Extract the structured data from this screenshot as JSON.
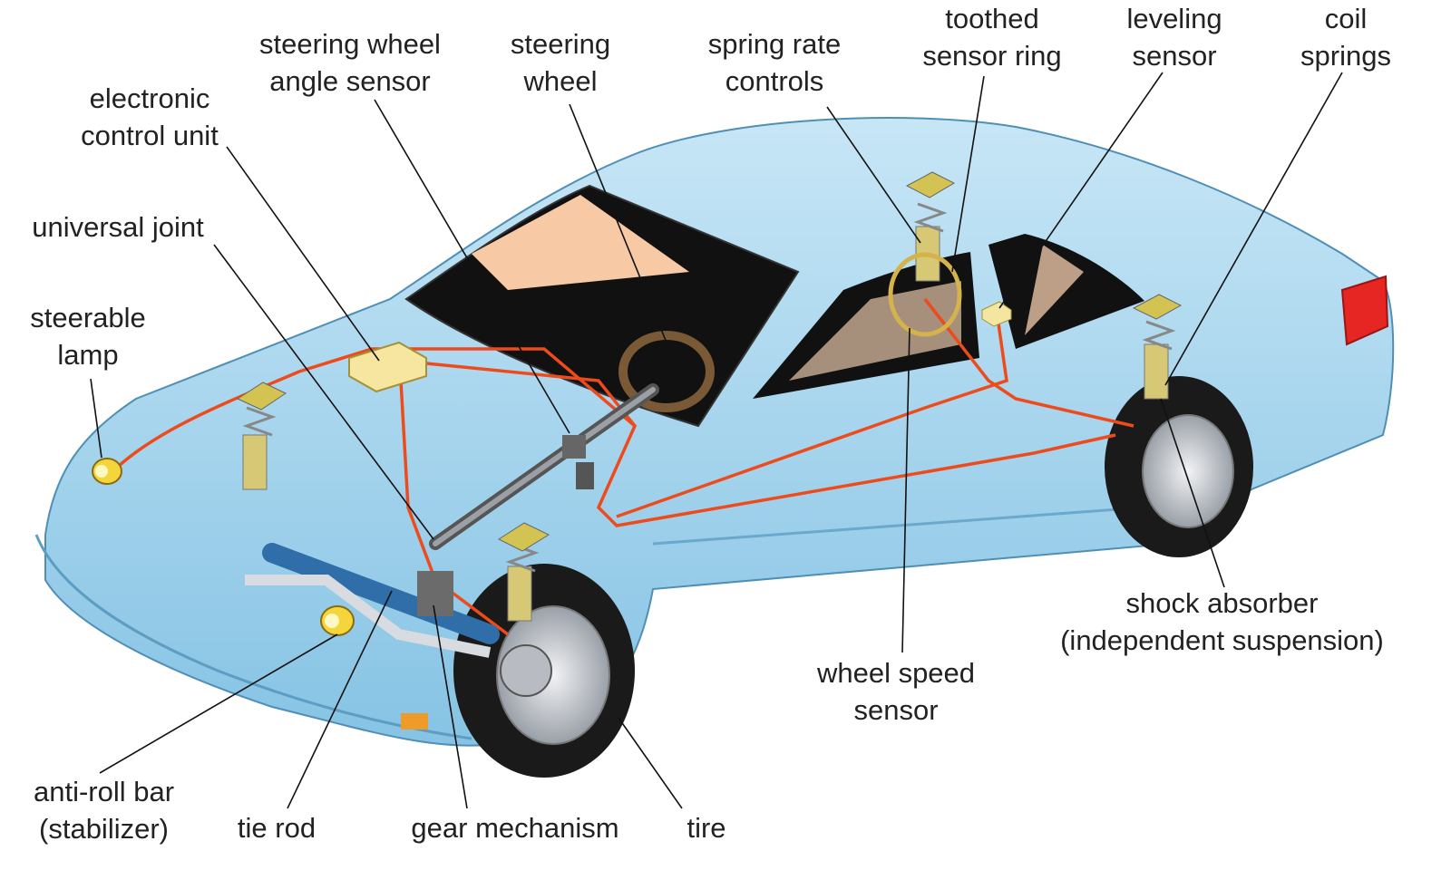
{
  "labels": {
    "steering_wheel_angle_sensor": [
      "steering wheel",
      "angle sensor"
    ],
    "steering_wheel": [
      "steering",
      "wheel"
    ],
    "spring_rate_controls": [
      "spring rate",
      "controls"
    ],
    "toothed_sensor_ring": [
      "toothed",
      "sensor ring"
    ],
    "leveling_sensor": [
      "leveling",
      "sensor"
    ],
    "coil_springs": [
      "coil",
      "springs"
    ],
    "electronic_control_unit": [
      "electronic",
      "control unit"
    ],
    "universal_joint": [
      "universal joint"
    ],
    "steerable_lamp": [
      "steerable",
      "lamp"
    ],
    "shock_absorber": [
      "shock absorber",
      "(independent suspension)"
    ],
    "wheel_speed_sensor": [
      "wheel speed",
      "sensor"
    ],
    "anti_roll_bar": [
      "anti-roll bar",
      "(stabilizer)"
    ],
    "tie_rod": [
      "tie rod"
    ],
    "gear_mechanism": [
      "gear mechanism"
    ],
    "tire": [
      "tire"
    ]
  },
  "colors": {
    "body": "#a9d6ee",
    "body_dark": "#7fbde0",
    "glass": "#111111",
    "wiring": "#ee4b1c",
    "spring": "#c9b95a",
    "tire": "#1a1a1a",
    "rim": "#c9ccd0"
  }
}
